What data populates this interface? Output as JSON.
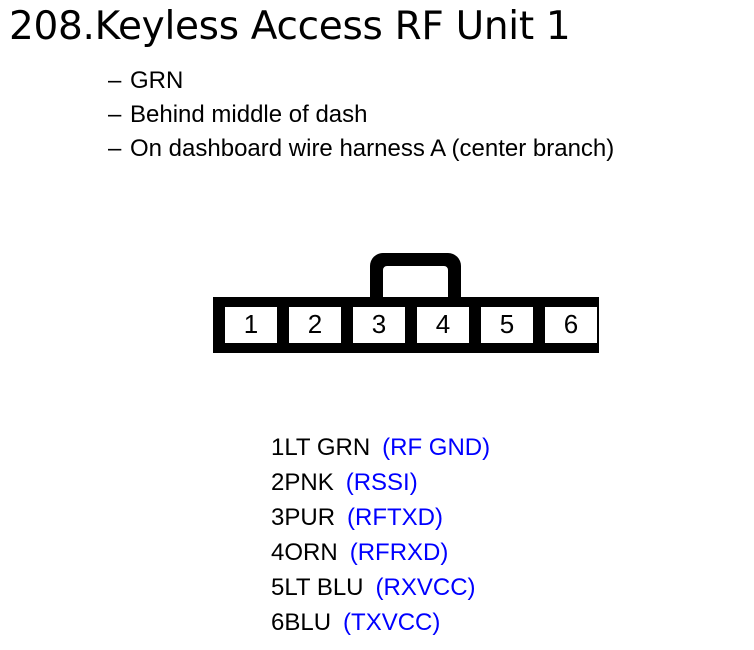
{
  "page": {
    "title": "208.Keyless Access RF Unit 1",
    "background_color": "#ffffff",
    "text_color": "#000000",
    "signal_color": "#0000ff"
  },
  "notes": {
    "bullet_char": "–",
    "items": [
      "GRN",
      "Behind middle of dash",
      "On dashboard wire harness A (center branch)"
    ]
  },
  "connector": {
    "name": "6-pin connector",
    "pin_count": 6,
    "latch_position": "top-center",
    "pins": [
      {
        "number": "1"
      },
      {
        "number": "2"
      },
      {
        "number": "3"
      },
      {
        "number": "4"
      },
      {
        "number": "5"
      },
      {
        "number": "6"
      }
    ]
  },
  "pin_assignments": [
    {
      "number": "1",
      "wire": "LT GRN",
      "signal": "(RF GND)"
    },
    {
      "number": "2",
      "wire": "PNK",
      "signal": "(RSSI)"
    },
    {
      "number": "3",
      "wire": "PUR",
      "signal": "(RFTXD)"
    },
    {
      "number": "4",
      "wire": "ORN",
      "signal": "(RFRXD)"
    },
    {
      "number": "5",
      "wire": "LT BLU",
      "signal": "(RXVCC)"
    },
    {
      "number": "6",
      "wire": "BLU",
      "signal": "(TXVCC)"
    }
  ]
}
